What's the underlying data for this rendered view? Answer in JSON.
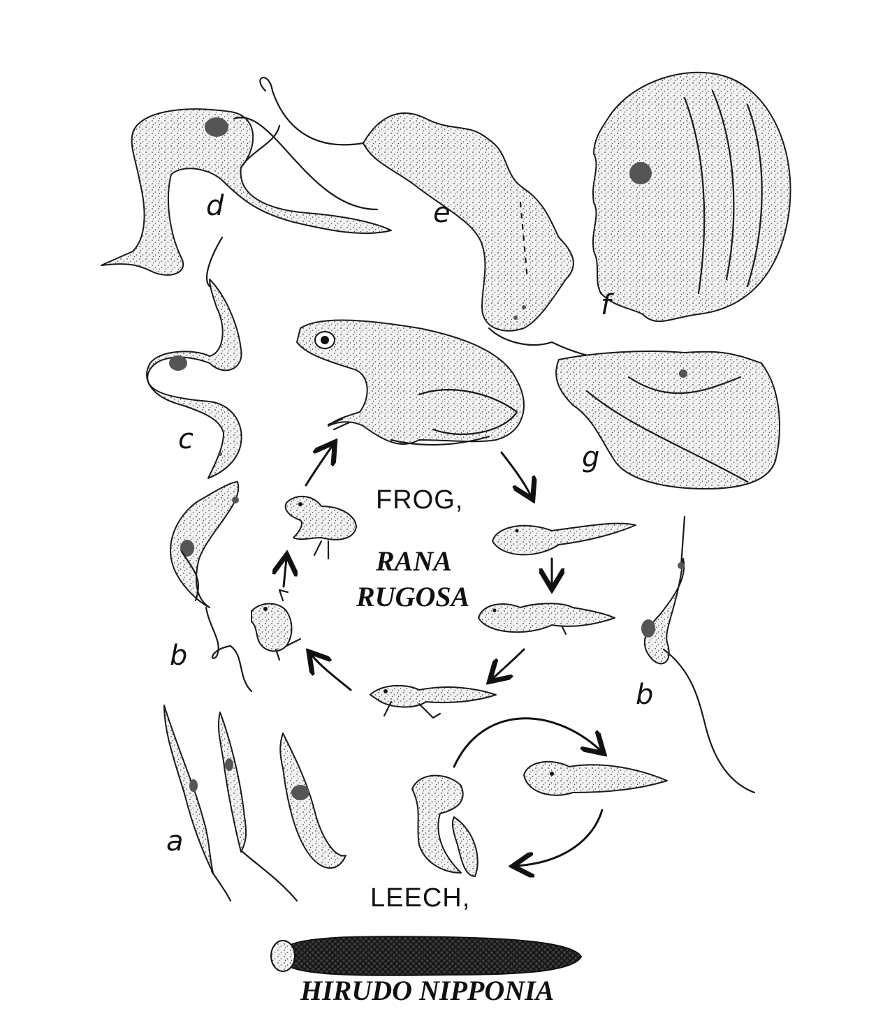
{
  "labels": {
    "a": "a",
    "b_left": "b",
    "b_right": "b",
    "c": "c",
    "d": "d",
    "e": "e",
    "f": "f",
    "g": "g"
  },
  "frog": {
    "common": "FROG,",
    "scientific_line1": "RANA",
    "scientific_line2": "RUGOSA"
  },
  "leech": {
    "common": "LEECH,",
    "scientific": "HIRUDO NIPPONIA"
  }
}
